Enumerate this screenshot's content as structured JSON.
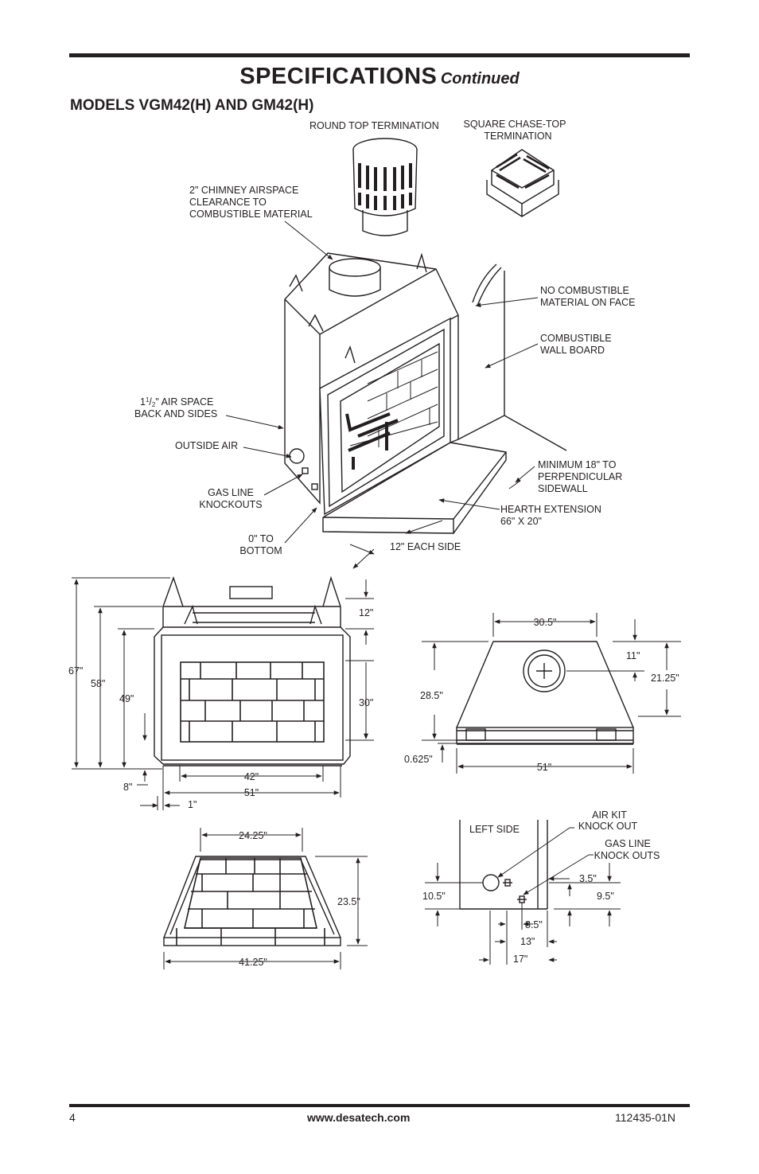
{
  "header": {
    "title": "SPECIFICATIONS",
    "title_suffix": "Continued",
    "subtitle": "MODELS VGM42(H) AND GM42(H)"
  },
  "isometric": {
    "round_top": "ROUND TOP TERMINATION",
    "square_top_1": "SQUARE CHASE-TOP",
    "square_top_2": "TERMINATION",
    "chimney_1": "2\" CHIMNEY AIRSPACE",
    "chimney_2": "CLEARANCE TO",
    "chimney_3": "COMBUSTIBLE MATERIAL",
    "no_comb_1": "NO COMBUSTIBLE",
    "no_comb_2": "MATERIAL ON FACE",
    "wallboard_1": "COMBUSTIBLE",
    "wallboard_2": "WALL BOARD",
    "airspace_1a": "1",
    "airspace_1b": "1",
    "airspace_1c": "/",
    "airspace_1d": "2",
    "airspace_1e": "\" AIR SPACE",
    "airspace_2": "BACK AND SIDES",
    "outside_air": "OUTSIDE AIR",
    "gas_knock_1": "GAS LINE",
    "gas_knock_2": "KNOCKOUTS",
    "min18_1": "MINIMUM 18\" TO",
    "min18_2": "PERPENDICULAR",
    "min18_3": "SIDEWALL",
    "hearth_1": "HEARTH EXTENSION",
    "hearth_2": "66\" X 20\"",
    "bottom_1": "0\" TO",
    "bottom_2": "BOTTOM",
    "each_side": "12\" EACH SIDE"
  },
  "front_view": {
    "h67": "67\"",
    "h58": "58\"",
    "h49": "49\"",
    "h8": "8\"",
    "h12": "12\"",
    "h30": "30\"",
    "w42": "42\"",
    "w51": "51\"",
    "w1": "1\""
  },
  "top_view": {
    "w30_5": "30.5\"",
    "d11": "11\"",
    "d21_25": "21.25\"",
    "d28_5": "28.5\"",
    "d0_625": "0.625\"",
    "w51": "51\""
  },
  "firebox_view": {
    "w24_25": "24.25\"",
    "h23_5": "23.5\"",
    "w41_25": "41.25\""
  },
  "side_view": {
    "left_side": "LEFT SIDE",
    "air_kit_1": "AIR KIT",
    "air_kit_2": "KNOCK OUT",
    "gas_line_1": "GAS LINE",
    "gas_line_2": "KNOCK OUTS",
    "d3_5": "3.5\"",
    "d10_5": "10.5\"",
    "d9_5": "9.5\"",
    "d8_5": "8.5\"",
    "d13": "13\"",
    "d17": "17\""
  },
  "footer": {
    "page": "4",
    "url": "www.desatech.com",
    "doc_number": "112435-01N"
  }
}
